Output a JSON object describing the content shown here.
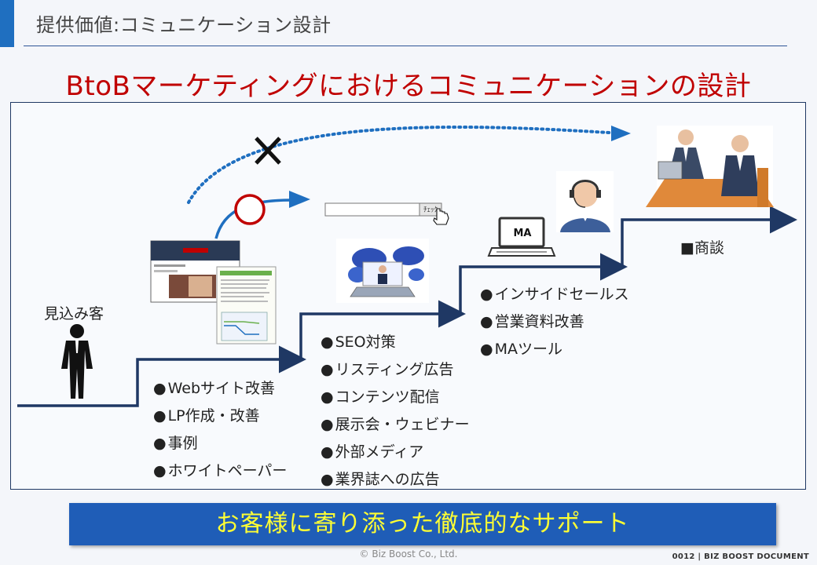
{
  "header": {
    "title": "提供価値:コミュニケーション設計"
  },
  "main_title": "BtoBマーケティングにおけるコミュニケーションの設計",
  "diagram": {
    "prospect_label": "見込み客",
    "step1_items": [
      "Webサイト改善",
      "LP作成・改善",
      "事例",
      "ホワイトペーパー"
    ],
    "step2_items": [
      "SEO対策",
      "リスティング広告",
      "コンテンツ配信",
      "展示会・ウェビナー",
      "外部メディア",
      "業界誌への広告"
    ],
    "step3_items": [
      "インサイドセールス",
      "営業資料改善",
      "MAツール"
    ],
    "final_label": "■商談",
    "laptop_screen_text": "MA",
    "search_button_text": "ﾁｪｯｸ"
  },
  "banner": {
    "text": "お客様に寄り添った徹底的なサポート"
  },
  "footer": {
    "copyright": "© Biz Boost Co., Ltd.",
    "doc_number": "0012 | BIZ BOOST DOCUMENT"
  },
  "colors": {
    "accent": "#1f6fc0",
    "title_red": "#c00000",
    "line_navy": "#1f3864",
    "arrow_blue": "#1f6fc0",
    "banner_bg": "#1f5db7",
    "banner_text": "#ffff33"
  }
}
